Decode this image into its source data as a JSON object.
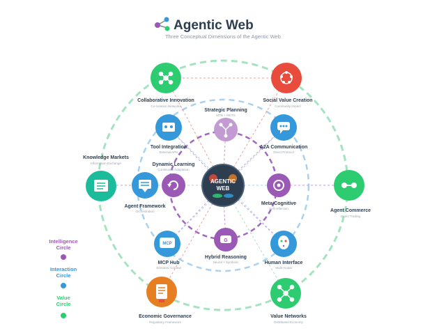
{
  "header": {
    "title": "Agentic Web",
    "subtitle": "Three Conceptual Dimensions of the Agentic Web"
  },
  "center": {
    "line1": "AGENTIC",
    "line2": "WEB"
  },
  "colors": {
    "intelligence": "#9b59b6",
    "interaction": "#3498db",
    "value": "#2ecc71",
    "red": "#e74c3c",
    "orange": "#e67e22",
    "dark": "#2d3e50"
  },
  "nodes": {
    "collaborative_innovation": {
      "label": "Collaborative Innovation",
      "sub": "Co-creation Networks",
      "icon": "network-icon"
    },
    "social_value_creation": {
      "label": "Social Value Creation",
      "sub": "Community Impact",
      "icon": "community-icon"
    },
    "strategic_planning": {
      "label": "Strategic Planning",
      "sub": "MTN + MCTS",
      "icon": "tree-icon"
    },
    "tool_integration": {
      "label": "Tool Integration",
      "sub": "External APIs",
      "icon": "tools-icon"
    },
    "a2a_communication": {
      "label": "A2A Communication",
      "sub": "Direct Protocol",
      "icon": "chat-icon"
    },
    "knowledge_markets": {
      "label": "Knowledge Markets",
      "sub": "Information Exchange",
      "icon": "chart-icon"
    },
    "dynamic_learning": {
      "label": "Dynamic Learning",
      "sub": "Continuous Adaptation",
      "icon": "refresh-icon"
    },
    "agent_commerce": {
      "label": "Agent Commerce",
      "sub": "Direct Trading",
      "icon": "handshake-icon"
    },
    "agent_framework": {
      "label": "Agent Framework",
      "sub": "Orchestration",
      "icon": "framework-icon"
    },
    "meta_cognitive": {
      "label": "Meta-Cognitive",
      "sub": "Self-reflection",
      "icon": "target-icon"
    },
    "mcp_hub": {
      "label": "MCP Hub",
      "sub": "Semantic Context",
      "icon": "hub-icon",
      "badge": "MCP"
    },
    "hybrid_reasoning": {
      "label": "Hybrid Reasoning",
      "sub": "Neural + Symbolic",
      "icon": "brain-icon"
    },
    "human_interface": {
      "label": "Human Interface",
      "sub": "Multi-modal",
      "icon": "face-icon"
    },
    "economic_governance": {
      "label": "Economic Governance",
      "sub": "Regulatory Framework",
      "icon": "document-icon"
    },
    "value_networks": {
      "label": "Value Networks",
      "sub": "Distributed Economy",
      "icon": "graph-icon"
    }
  },
  "legend": [
    {
      "line1": "Intelligence",
      "line2": "Circle",
      "color": "#9b59b6"
    },
    {
      "line1": "Interaction",
      "line2": "Circle",
      "color": "#3498db"
    },
    {
      "line1": "Value",
      "line2": "Circle",
      "color": "#2ecc71"
    }
  ]
}
